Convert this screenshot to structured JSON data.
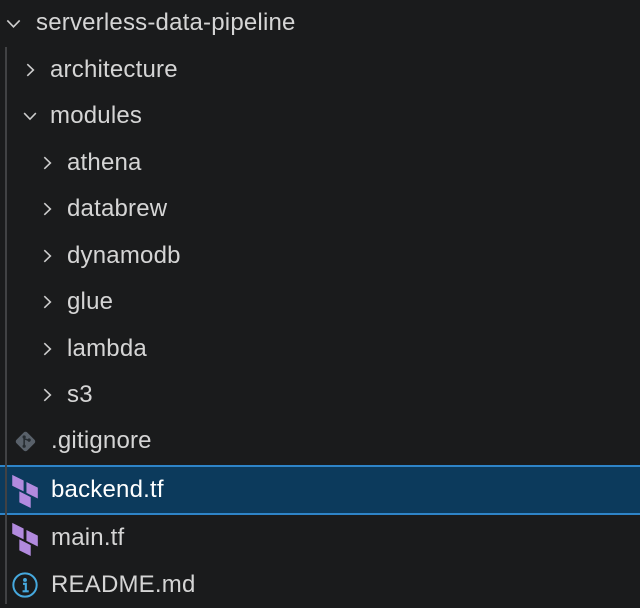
{
  "explorer": {
    "selected_item": "backend.tf",
    "items": [
      {
        "label": "serverless-data-pipeline",
        "type": "folder",
        "level": 0,
        "state": "expanded",
        "icon": "chevron-down-icon",
        "selected": false
      },
      {
        "label": "architecture",
        "type": "folder",
        "level": 1,
        "state": "collapsed",
        "icon": "chevron-right-icon",
        "selected": false
      },
      {
        "label": "modules",
        "type": "folder",
        "level": 1,
        "state": "expanded",
        "icon": "chevron-down-icon",
        "selected": false
      },
      {
        "label": "athena",
        "type": "folder",
        "level": 2,
        "state": "collapsed",
        "icon": "chevron-right-icon",
        "selected": false
      },
      {
        "label": "databrew",
        "type": "folder",
        "level": 2,
        "state": "collapsed",
        "icon": "chevron-right-icon",
        "selected": false
      },
      {
        "label": "dynamodb",
        "type": "folder",
        "level": 2,
        "state": "collapsed",
        "icon": "chevron-right-icon",
        "selected": false
      },
      {
        "label": "glue",
        "type": "folder",
        "level": 2,
        "state": "collapsed",
        "icon": "chevron-right-icon",
        "selected": false
      },
      {
        "label": "lambda",
        "type": "folder",
        "level": 2,
        "state": "collapsed",
        "icon": "chevron-right-icon",
        "selected": false
      },
      {
        "label": "s3",
        "type": "folder",
        "level": 2,
        "state": "collapsed",
        "icon": "chevron-right-icon",
        "selected": false
      },
      {
        "label": ".gitignore",
        "type": "file",
        "level": 1,
        "state": "none",
        "icon": "git-icon",
        "selected": false
      },
      {
        "label": "backend.tf",
        "type": "file",
        "level": 1,
        "state": "none",
        "icon": "terraform-icon",
        "selected": true
      },
      {
        "label": "main.tf",
        "type": "file",
        "level": 1,
        "state": "none",
        "icon": "terraform-icon",
        "selected": false
      },
      {
        "label": "README.md",
        "type": "file",
        "level": 1,
        "state": "none",
        "icon": "info-icon",
        "selected": false
      }
    ],
    "colors": {
      "background": "#1a1b1c",
      "text": "#d5d5d5",
      "selected_text": "#ffffff",
      "selection_background": "#0c3a5c",
      "selection_border": "#2e84c8",
      "chevron": "#cdcdcd",
      "indent_guide": "#414244",
      "terraform_purple": "#b28ade",
      "git_gray": "#59616a",
      "info_blue": "#46a9de"
    }
  }
}
